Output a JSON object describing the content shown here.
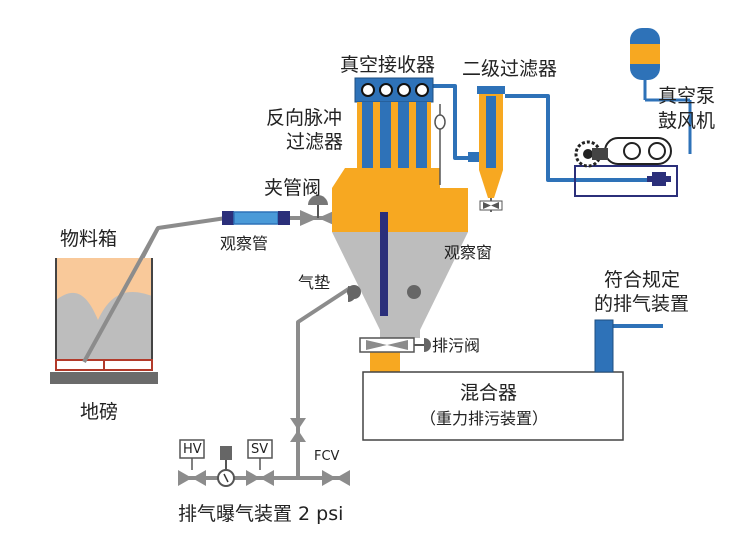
{
  "labels": {
    "vacuum_receiver": "真空接收器",
    "secondary_filter": "二级过滤器",
    "vacuum_pump_line1": "真空泵",
    "vacuum_pump_line2": "鼓风机",
    "reverse_pulse_line1": "反向脉冲",
    "reverse_pulse_line2": "过滤器",
    "pinch_valve": "夹管阀",
    "material_box": "物料箱",
    "sight_tube": "观察管",
    "sight_window": "观察窗",
    "air_cushion": "气垫",
    "compliant_vent_line1": "符合规定",
    "compliant_vent_line2": "的排气装置",
    "drain_valve": "排污阀",
    "mixer_line1": "混合器",
    "mixer_line2": "（重力排污装置）",
    "floor_scale": "地磅",
    "hv": "HV",
    "sv": "SV",
    "fcv": "FCV",
    "vent_device": "排气曝气装置 2 psi"
  },
  "colors": {
    "orange": "#F7A821",
    "blue": "#2E72B8",
    "pipe_gray": "#8C8C8C",
    "hopper_gray": "#BDBDBD",
    "navy": "#2B2F7A",
    "powder": "#F9C99A"
  }
}
